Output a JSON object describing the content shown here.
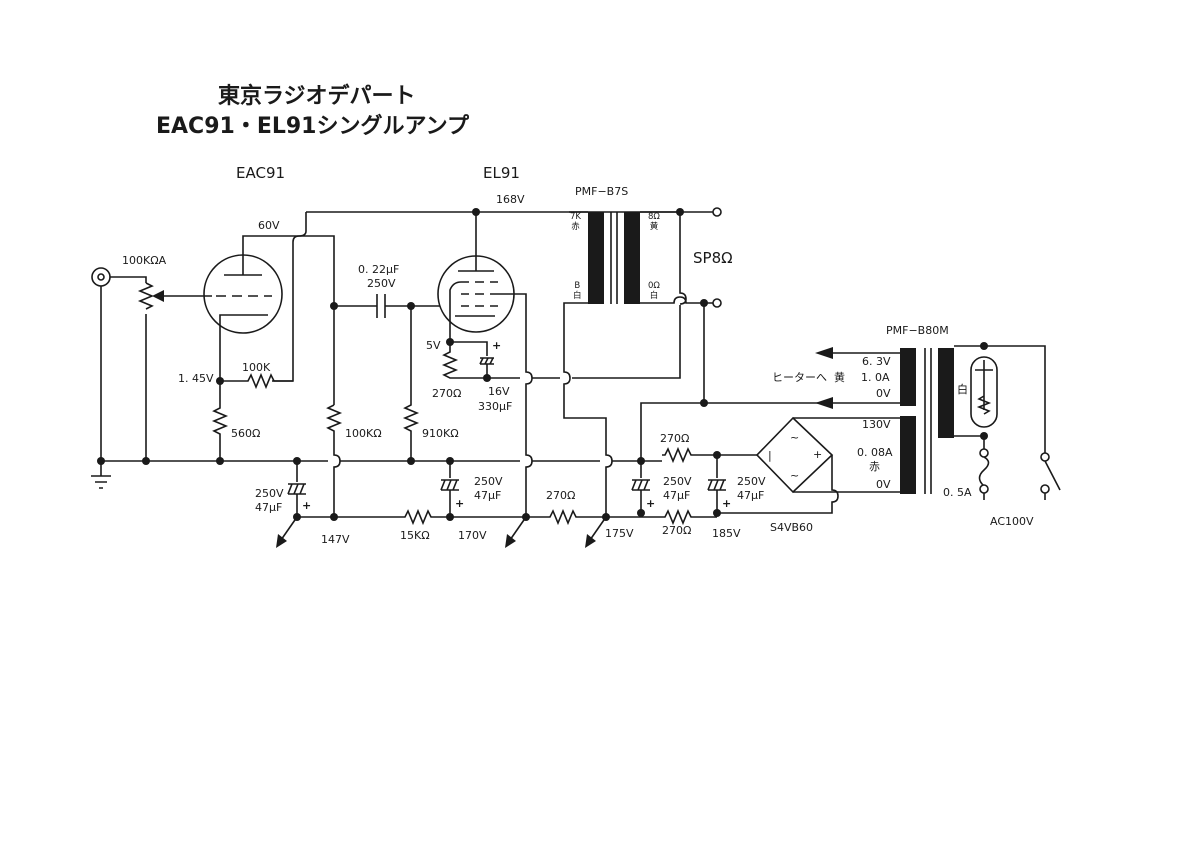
{
  "title": {
    "line1": "東京ラジオデパート",
    "line2": "EAC91・EL91シングルアンプ"
  },
  "tubes": {
    "v1": "EAC91",
    "v2": "EL91"
  },
  "output_transformer": {
    "model": "PMF−B7S",
    "primary_top": "7K",
    "primary_top_color": "赤",
    "primary_bottom": "B",
    "primary_bottom_color": "白",
    "secondary_top": "8Ω",
    "secondary_top_color": "黄",
    "secondary_bottom": "0Ω",
    "secondary_bottom_color": "白",
    "speaker": "SP8Ω"
  },
  "power_transformer": {
    "model": "PMF−B80M",
    "heater_v": "6. 3V",
    "heater_a": "1. 0A",
    "heater_0v": "0V",
    "heater_to": "ヒーターへ",
    "heater_color": "黄",
    "ht_v": "130V",
    "ht_a": "0. 08A",
    "ht_color": "赤",
    "ht_0v": "0V",
    "primary_color": "白",
    "fuse": "0. 5A",
    "mains": "AC100V"
  },
  "rectifier": "S4VB60",
  "components": {
    "volume": "100KΩA",
    "r_feedback": "100K",
    "r_cathode1": "560Ω",
    "r_plate1": "100KΩ",
    "coupling_cap_value": "0. 22μF",
    "coupling_cap_voltage": "250V",
    "r_grid2": "910KΩ",
    "r_cathode2": "270Ω",
    "c_cathode2_v": "16V",
    "c_cathode2_f": "330μF",
    "r_decouple1": "15KΩ",
    "r_decouple2": "270Ω",
    "r_ripple1": "270Ω",
    "r_ripple2": "270Ω",
    "cap_v": "250V",
    "cap_f": "47μF"
  },
  "voltages": {
    "v1_plate": "60V",
    "v1_cathode": "1. 45V",
    "v2_plate": "168V",
    "v2_cathode": "5V",
    "b1": "147V",
    "b2": "170V",
    "b3": "175V",
    "b4": "185V"
  }
}
